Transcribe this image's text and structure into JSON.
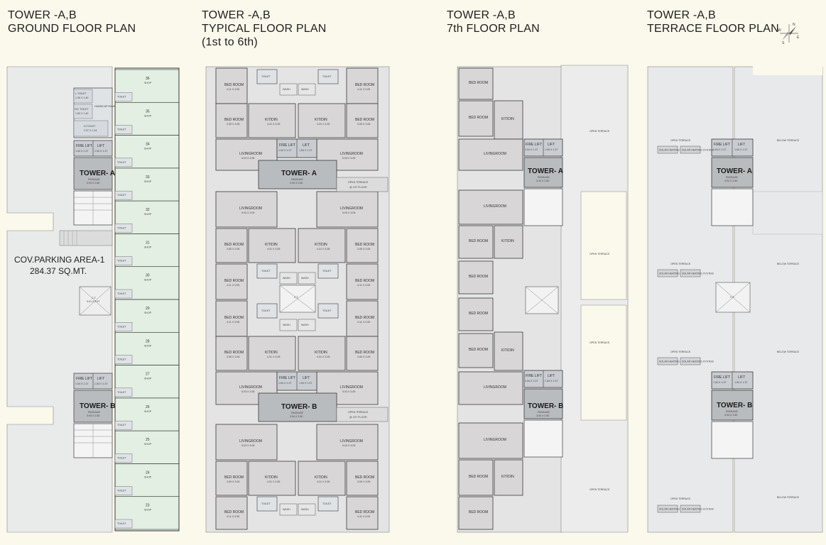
{
  "titles": [
    {
      "line1": "TOWER -A,B",
      "line2": "GROUND FLOOR PLAN",
      "line3": ""
    },
    {
      "line1": "TOWER -A,B",
      "line2": "TYPICAL FLOOR PLAN",
      "line3": "(1st to 6th)"
    },
    {
      "line1": "TOWER -A,B",
      "line2": "7th FLOOR PLAN",
      "line3": ""
    },
    {
      "line1": "TOWER -A,B",
      "line2": "TERRACE FLOOR PLAN",
      "line3": ""
    }
  ],
  "compass_letters": {
    "n": "N",
    "s": "S",
    "e": "E",
    "w": "W"
  },
  "ground": {
    "parking": {
      "line1": "COV.PARKING AREA-1",
      "line2": "284.37 SQ.MT."
    },
    "tower_a": "TOWER- A",
    "tower_b": "TOWER- B",
    "passage": "PASSAGE",
    "passage_size": "3.94 X 2.60",
    "fire_lift": "FIRE LIFT",
    "lift": "LIFT",
    "lift_size": "1.54 X 1.37",
    "shop": "SHOP",
    "shop_numbers": [
      "36",
      "35",
      "34",
      "33",
      "32",
      "31",
      "30",
      "29",
      "28",
      "27",
      "26",
      "25",
      "24",
      "23"
    ],
    "toilets": [
      {
        "name": "L.TOILET",
        "size": "1.90 X 1.40"
      },
      {
        "name": "H/C TOILET",
        "size": "1.82 X 1.40"
      },
      {
        "name": "G.TOILET",
        "size": "2.37 X 1.34"
      }
    ],
    "ramp": "HANDICAP RAMP",
    "toilet": "TOILET",
    "cut": "C.T.",
    "cut_size": "3.01 X 2.97"
  },
  "typical": {
    "tower_a": "TOWER- A",
    "tower_b": "TOWER- B",
    "passage": "PASSAGE",
    "passage_size": "3.94 X 2.60",
    "open_terrace": "OPEN TERRACE",
    "open_terrace_sub": "@ 1ST FLOOR",
    "bed_room": "BED ROOM",
    "bed_size_a": "4.11 X 3.05",
    "bed_size_b": "3.05 X 3.05",
    "kitchen": "KIT/DIN",
    "kitchen_size": "4.31 X 3.05",
    "living": "LIVINGROOM",
    "living_size": "5.03 X 3.05",
    "toilet": "TOILET",
    "wash": "WASH",
    "fire_lift": "FIRE LIFT",
    "lift": "LIFT",
    "lift_size": "1.54 X 1.37",
    "cut": "C.T."
  },
  "seventh": {
    "tower_a": "TOWER- A",
    "tower_b": "TOWER- B",
    "passage": "PASSAGE",
    "passage_size": "3.94 X 2.60",
    "open_terrace": "OPEN TERRACE",
    "bed_room": "BED ROOM",
    "kitchen": "KIT/DIN",
    "living": "LIVINGROOM",
    "fire_lift": "FIRE LIFT",
    "lift": "LIFT",
    "lift_size": "1.54 X 1.37"
  },
  "terrace": {
    "tower_a": "TOWER- A",
    "tower_b": "TOWER- B",
    "passage": "PASSAGE",
    "passage_size": "3.94 X 2.60",
    "open_terrace": "OPEN TERRACE",
    "below_terrace": "BELOW TERRACE",
    "solar": "SOLAR HEATING SYSTEM",
    "fire_lift": "FIRE LIFT",
    "lift": "LIFT",
    "lift_size": "1.54 X 1.37",
    "cut": "C.T."
  },
  "colors": {
    "background": "#fbf8ec",
    "site": "#e9eaea",
    "room": "#d8d6d6",
    "shop": "#e2efe2",
    "core": "#b9bcbf",
    "lift": "#c9cdd1",
    "wall": "#3a3a3a"
  }
}
